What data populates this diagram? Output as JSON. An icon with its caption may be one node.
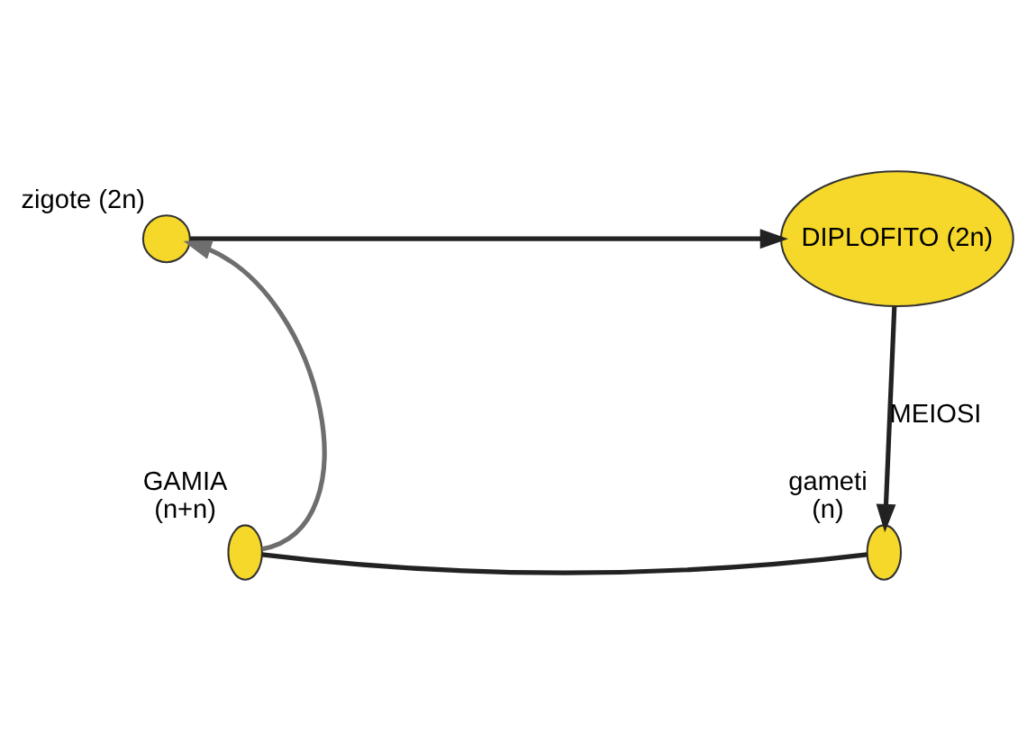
{
  "diagram": {
    "nodes": [
      {
        "text": [],
        "shape": "circle",
        "beside": [
          "zigote (2n)"
        ]
      },
      {
        "text": [
          "DIPLOFITO (2n)"
        ]
      },
      {
        "text": [],
        "shape": "ellipse",
        "beside": [
          "gameti",
          "(n)"
        ]
      },
      {
        "text": [],
        "shape": "ellipse",
        "beside": [
          "GAMIA",
          "(n+n)"
        ]
      }
    ],
    "edges": [
      {
        "from": 0,
        "to": 1,
        "arrow": "to"
      },
      {
        "from": 1,
        "to": 2,
        "arrow": "to",
        "label": "MEIOSI"
      },
      {
        "from": 2,
        "to": 3,
        "arrow": "none"
      },
      {
        "from": 3,
        "to": 0,
        "arrow": "to",
        "color": "#6e6e6e"
      }
    ]
  }
}
